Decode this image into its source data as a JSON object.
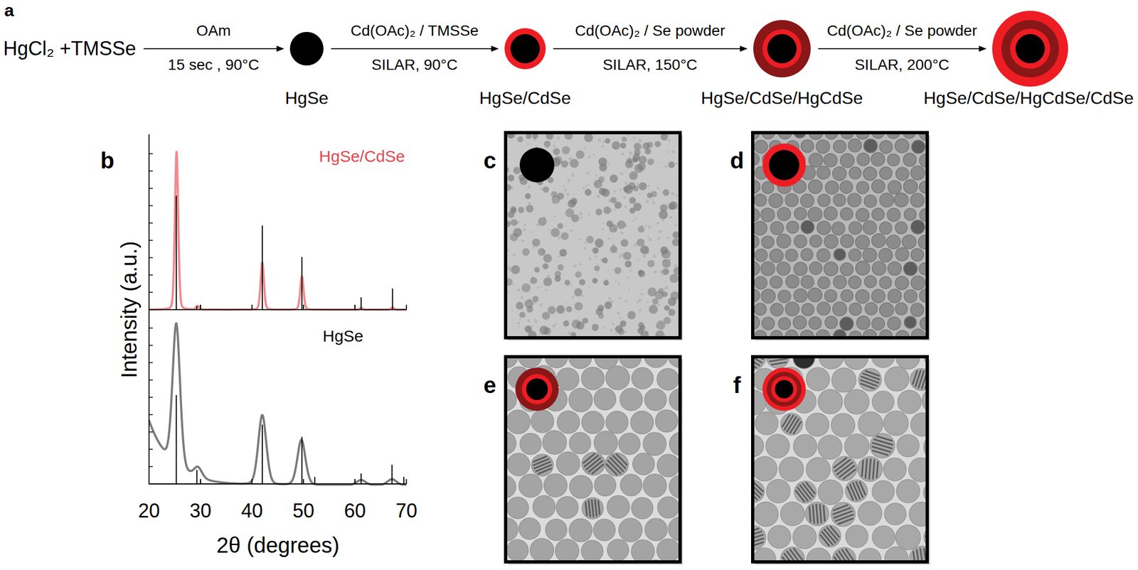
{
  "diagram": {
    "nodes": [
      {
        "text": [
          "HgCl₂ +TMSSe"
        ]
      },
      {
        "text": [
          "HgSe"
        ]
      },
      {
        "text": [
          "HgSe/CdSe"
        ]
      },
      {
        "text": [
          "HgSe/CdSe/HgCdSe"
        ]
      },
      {
        "text": [
          "HgSe/CdSe/HgCdSe/CdSe"
        ]
      }
    ],
    "edges": [
      {
        "from": 0,
        "to": 1,
        "arrow": "to",
        "label": "OAm"
      },
      {
        "from": 1,
        "to": 2,
        "arrow": "to",
        "label": "Cd(OAc)₂ / TMSSe"
      },
      {
        "from": 2,
        "to": 3,
        "arrow": "to",
        "label": "Cd(OAc)₂ / Se powder"
      },
      {
        "from": 3,
        "to": 4,
        "arrow": "to",
        "label": "Cd(OAc)₂ / Se powder"
      }
    ],
    "labels": [
      "a",
      "15 sec , 90°C",
      "SILAR, 90°C",
      "SILAR, 150°C",
      "SILAR, 200°C",
      "b",
      "HgSe/CdSe",
      "HgSe",
      "Intensity (a.u.)",
      "20",
      "30",
      "40",
      "50",
      "60",
      "70",
      "2θ (degrees)",
      "c",
      "d",
      "e",
      "f"
    ]
  }
}
